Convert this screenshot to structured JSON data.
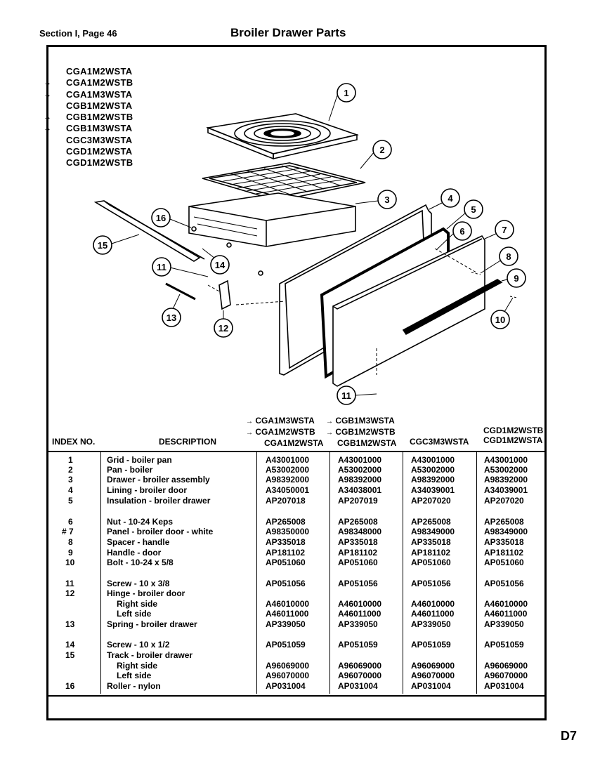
{
  "header": {
    "section": "Section I, Page 46",
    "title": "Broiler Drawer Parts"
  },
  "models": [
    {
      "name": "CGA1M2WSTA",
      "arrow": false
    },
    {
      "name": "CGA1M2WSTB",
      "arrow": true
    },
    {
      "name": "CGA1M3WSTA",
      "arrow": true
    },
    {
      "name": "CGB1M2WSTA",
      "arrow": false
    },
    {
      "name": "CGB1M2WSTB",
      "arrow": true
    },
    {
      "name": "CGB1M3WSTA",
      "arrow": true
    },
    {
      "name": "CGC3M3WSTA",
      "arrow": false
    },
    {
      "name": "CGD1M2WSTA",
      "arrow": false
    },
    {
      "name": "CGD1M2WSTB",
      "arrow": false
    }
  ],
  "callouts": [
    "1",
    "2",
    "3",
    "4",
    "5",
    "6",
    "7",
    "8",
    "9",
    "10",
    "11",
    "11",
    "12",
    "13",
    "14",
    "15",
    "16"
  ],
  "table": {
    "headers": {
      "index": "INDEX NO.",
      "description": "DESCRIPTION",
      "col1": [
        "CGA1M3WSTA",
        "CGA1M2WSTB",
        "CGA1M2WSTA"
      ],
      "col2": [
        "CGB1M3WSTA",
        "CGB1M2WSTB",
        "CGB1M2WSTA"
      ],
      "col3": [
        "CGC3M3WSTA"
      ],
      "col4": [
        "CGD1M2WSTB",
        "CGD1M2WSTA"
      ]
    },
    "rows": [
      {
        "index": "1",
        "desc": "Grid - boiler pan",
        "c1": "A43001000",
        "c2": "A43001000",
        "c3": "A43001000",
        "c4": "A43001000"
      },
      {
        "index": "2",
        "desc": "Pan - boiler",
        "c1": "A53002000",
        "c2": "A53002000",
        "c3": "A53002000",
        "c4": "A53002000"
      },
      {
        "index": "3",
        "desc": "Drawer - broiler assembly",
        "c1": "A98392000",
        "c2": "A98392000",
        "c3": "A98392000",
        "c4": "A98392000"
      },
      {
        "index": "4",
        "desc": "Lining - broiler door",
        "c1": "A34050001",
        "c2": "A34038001",
        "c3": "A34039001",
        "c4": "A34039001"
      },
      {
        "index": "5",
        "desc": "Insulation - broiler drawer",
        "c1": "AP207018",
        "c2": "AP207019",
        "c3": "AP207020",
        "c4": "AP207020"
      },
      {
        "index": "6",
        "desc": "Nut - 10-24 Keps",
        "c1": "AP265008",
        "c2": "AP265008",
        "c3": "AP265008",
        "c4": "AP265008"
      },
      {
        "index": "# 7",
        "desc": "Panel - broiler door - white",
        "c1": "A98350000",
        "c2": "A98348000",
        "c3": "A98349000",
        "c4": "A98349000"
      },
      {
        "index": "8",
        "desc": "Spacer - handle",
        "c1": "AP335018",
        "c2": "AP335018",
        "c3": "AP335018",
        "c4": "AP335018"
      },
      {
        "index": "9",
        "desc": "Handle - door",
        "c1": "AP181102",
        "c2": "AP181102",
        "c3": "AP181102",
        "c4": "AP181102"
      },
      {
        "index": "10",
        "desc": "Bolt - 10-24 x 5/8",
        "c1": "AP051060",
        "c2": "AP051060",
        "c3": "AP051060",
        "c4": "AP051060"
      },
      {
        "index": "11",
        "desc": "Screw - 10 x 3/8",
        "c1": "AP051056",
        "c2": "AP051056",
        "c3": "AP051056",
        "c4": "AP051056"
      },
      {
        "index": "12",
        "desc": "Hinge - broiler door",
        "c1": "",
        "c2": "",
        "c3": "",
        "c4": ""
      },
      {
        "index": "",
        "desc": "Right side",
        "c1": "A46010000",
        "c2": "A46010000",
        "c3": "A46010000",
        "c4": "A46010000"
      },
      {
        "index": "",
        "desc": "Left side",
        "c1": "A46011000",
        "c2": "A46011000",
        "c3": "A46011000",
        "c4": "A46011000"
      },
      {
        "index": "13",
        "desc": "Spring - broiler drawer",
        "c1": "AP339050",
        "c2": "AP339050",
        "c3": "AP339050",
        "c4": "AP339050"
      },
      {
        "index": "14",
        "desc": "Screw - 10 x 1/2",
        "c1": "AP051059",
        "c2": "AP051059",
        "c3": "AP051059",
        "c4": "AP051059"
      },
      {
        "index": "15",
        "desc": "Track - broiler drawer",
        "c1": "",
        "c2": "",
        "c3": "",
        "c4": ""
      },
      {
        "index": "",
        "desc": "Right side",
        "c1": "A96069000",
        "c2": "A96069000",
        "c3": "A96069000",
        "c4": "A96069000"
      },
      {
        "index": "",
        "desc": "Left side",
        "c1": "A96070000",
        "c2": "A96070000",
        "c3": "A96070000",
        "c4": "A96070000"
      },
      {
        "index": "16",
        "desc": "Roller - nylon",
        "c1": "AP031004",
        "c2": "AP031004",
        "c3": "AP031004",
        "c4": "AP031004"
      }
    ]
  },
  "footer": {
    "page_code": "D7"
  }
}
